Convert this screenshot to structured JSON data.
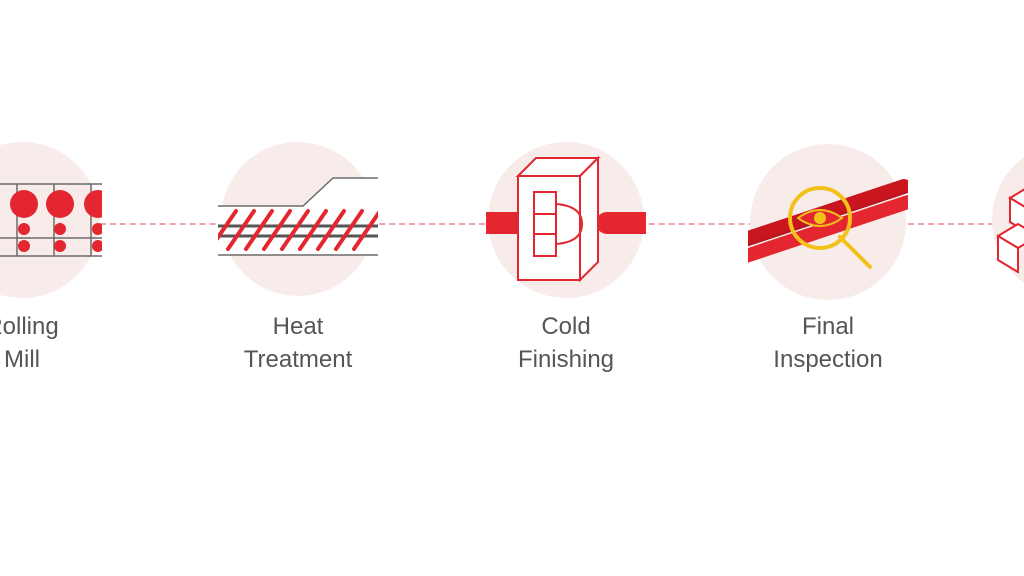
{
  "colors": {
    "accent": "#e3262f",
    "dark_red": "#b3151d",
    "circle_bg": "#f8ecea",
    "connector": "#f2a3a6",
    "line": "#6b6b6b",
    "lens": "#f2c21b",
    "label_text": "#555555"
  },
  "steps": [
    {
      "icon": "rolling-mill-icon",
      "label_line1": "Rolling",
      "label_line2": "Mill"
    },
    {
      "icon": "heat-treatment-icon",
      "label_line1": "Heat",
      "label_line2": "Treatment"
    },
    {
      "icon": "cold-finishing-icon",
      "label_line1": "Cold",
      "label_line2": "Finishing"
    },
    {
      "icon": "final-inspection-icon",
      "label_line1": "Final",
      "label_line2": "Inspection"
    },
    {
      "icon": "boxes-icon",
      "label_line1": "",
      "label_line2": ""
    }
  ]
}
